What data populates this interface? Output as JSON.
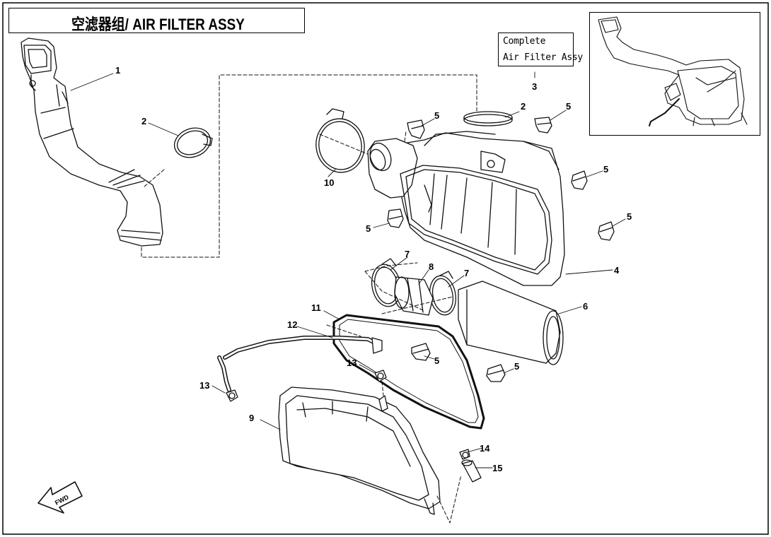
{
  "title": "空滤器组/ AIR FILTER ASSY",
  "complete_note": {
    "line1": "Complete",
    "line2": "Air Filter Assy"
  },
  "fwd_label": "FWD",
  "part_labels": [
    {
      "id": "label-1",
      "text": "1"
    },
    {
      "id": "label-2a",
      "text": "2"
    },
    {
      "id": "label-2b",
      "text": "2"
    },
    {
      "id": "label-3",
      "text": "3"
    },
    {
      "id": "label-4",
      "text": "4"
    },
    {
      "id": "label-5a",
      "text": "5"
    },
    {
      "id": "label-5b",
      "text": "5"
    },
    {
      "id": "label-5c",
      "text": "5"
    },
    {
      "id": "label-5d",
      "text": "5"
    },
    {
      "id": "label-5e",
      "text": "5"
    },
    {
      "id": "label-5f",
      "text": "5"
    },
    {
      "id": "label-5g",
      "text": "5"
    },
    {
      "id": "label-6",
      "text": "6"
    },
    {
      "id": "label-7a",
      "text": "7"
    },
    {
      "id": "label-7b",
      "text": "7"
    },
    {
      "id": "label-8",
      "text": "8"
    },
    {
      "id": "label-9",
      "text": "9"
    },
    {
      "id": "label-10",
      "text": "10"
    },
    {
      "id": "label-11",
      "text": "11"
    },
    {
      "id": "label-12",
      "text": "12"
    },
    {
      "id": "label-13a",
      "text": "13"
    },
    {
      "id": "label-13b",
      "text": "13"
    },
    {
      "id": "label-14",
      "text": "14"
    },
    {
      "id": "label-15",
      "text": "15"
    }
  ]
}
